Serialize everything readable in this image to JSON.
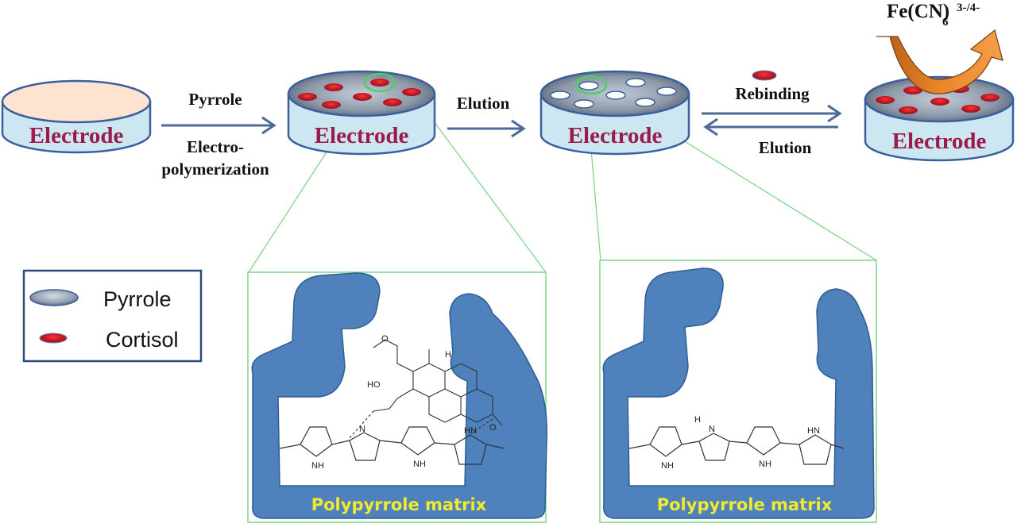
{
  "electrodes": {
    "bare": "Electrode",
    "polymerized": "Electrode",
    "eluted": "Electrode",
    "rebound": "Electrode"
  },
  "steps": {
    "pyrrole": "Pyrrole",
    "electro_line1": "Electro-",
    "electro_line2": "polymerization",
    "elution": "Elution",
    "rebinding": "Rebinding",
    "elution_back": "Elution"
  },
  "redox_probe": {
    "base": "Fe(CN)",
    "subscript": "6",
    "charge": "3-/4-"
  },
  "legend": {
    "pyrrole": "Pyrrole",
    "cortisol": "Cortisol"
  },
  "panels": {
    "left_label": "Polypyrrole matrix",
    "right_label": "Polypyrrole matrix"
  },
  "chemistry": {
    "oh": "HO",
    "o": "O",
    "h": "H",
    "n": "N",
    "nh": "NH",
    "hn": "HN"
  },
  "colors": {
    "electrode_side": "#cde7f2",
    "electrode_stroke": "#3a5f9c",
    "electrode_label": "#9b1c4a",
    "arrow": "#4a6a98",
    "cortisol_fill": "#d91f2b",
    "pyrrole_matrix": "#4f81bd",
    "zoom_lines": "#5fcf6e",
    "matrix_label": "#f2ea2c",
    "probe_arrow": "#d8711c"
  }
}
